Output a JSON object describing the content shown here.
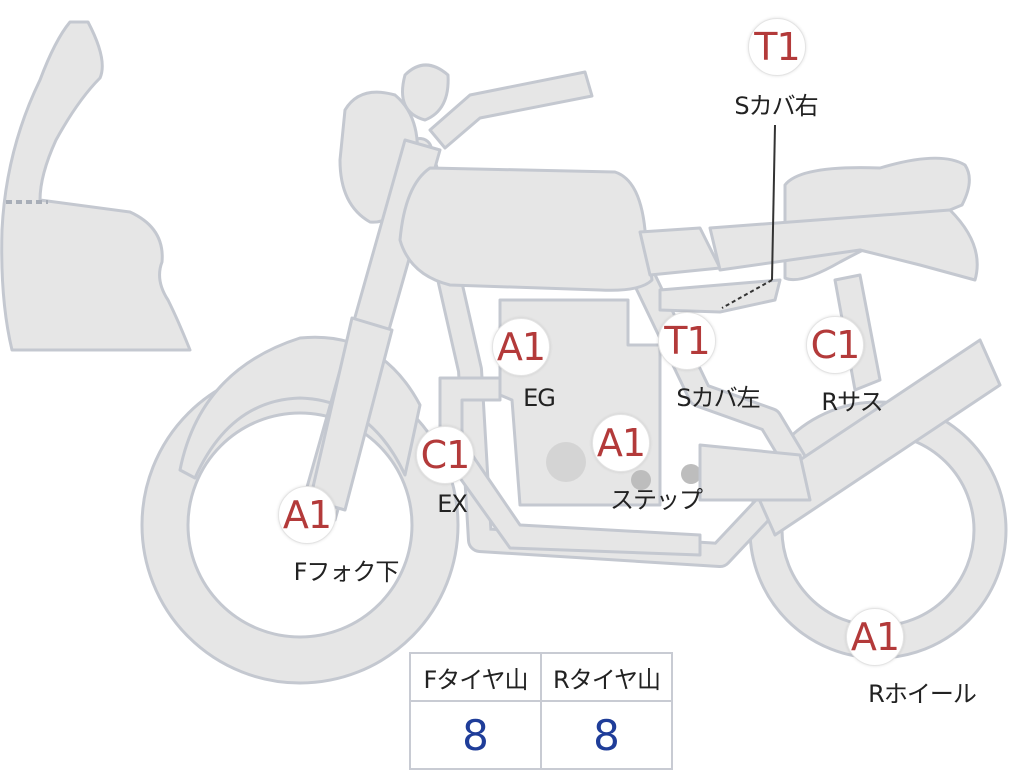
{
  "markers": {
    "s_cover_right": {
      "code": "T1",
      "label": "Sカバ右"
    },
    "eg": {
      "code": "A1",
      "label": "EG"
    },
    "s_cover_left": {
      "code": "T1",
      "label": "Sカバ左"
    },
    "r_sus": {
      "code": "C1",
      "label": "Rサス"
    },
    "ex": {
      "code": "C1",
      "label": "EX"
    },
    "step": {
      "code": "A1",
      "label": "ステップ"
    },
    "f_fork_lower": {
      "code": "A1",
      "label": "Fフォク下"
    },
    "r_wheel": {
      "code": "A1",
      "label": "Rホイール"
    }
  },
  "tire_table": {
    "front_header": "Fタイヤ山",
    "rear_header": "Rタイヤ山",
    "front_value": "8",
    "rear_value": "8"
  },
  "colors": {
    "body_fill": "#e6e6e6",
    "outline": "#c4c8d0",
    "marker_code": "#b33a3a",
    "table_value": "#1f3d99"
  }
}
